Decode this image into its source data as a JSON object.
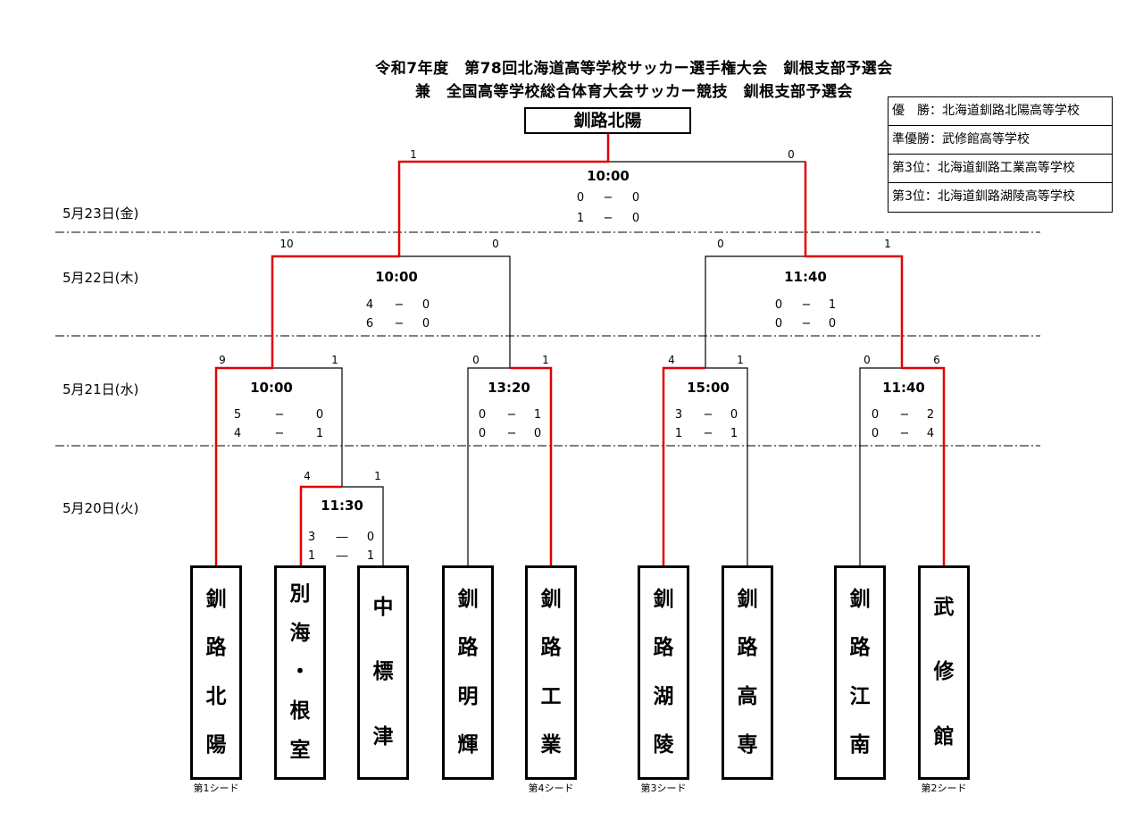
{
  "header": {
    "title_line1": "令和7年度　第78回北海道高等学校サッカー選手権大会　釧根支部予選会",
    "title_line2": "兼　全国高等学校総合体育大会サッカー競技　釧根支部予選会"
  },
  "champion_box": "釧路北陽",
  "results": [
    "優　勝：北海道釧路北陽高等学校",
    "準優勝：武修館高等学校",
    "第3位：北海道釧路工業高等学校",
    "第3位：北海道釧路湖陵高等学校"
  ],
  "dates": [
    "5月23日(金)",
    "5月22日(木)",
    "5月21日(水)",
    "5月20日(火)"
  ],
  "matches": {
    "m20": {
      "time": "11:30",
      "left": "4",
      "right": "1",
      "s1": [
        "3",
        "―",
        "0"
      ],
      "s2": [
        "1",
        "―",
        "1"
      ]
    },
    "m21a": {
      "time": "10:00",
      "left": "9",
      "right": "1",
      "s1": [
        "5",
        "−",
        "0"
      ],
      "s2": [
        "4",
        "−",
        "1"
      ]
    },
    "m21b": {
      "time": "13:20",
      "left": "0",
      "right": "1",
      "s1": [
        "0",
        "−",
        "1"
      ],
      "s2": [
        "0",
        "−",
        "0"
      ]
    },
    "m21c": {
      "time": "15:00",
      "left": "4",
      "right": "1",
      "s1": [
        "3",
        "−",
        "0"
      ],
      "s2": [
        "1",
        "−",
        "1"
      ]
    },
    "m21d": {
      "time": "11:40",
      "left": "0",
      "right": "6",
      "s1": [
        "0",
        "−",
        "2"
      ],
      "s2": [
        "0",
        "−",
        "4"
      ]
    },
    "m22a": {
      "time": "10:00",
      "left": "10",
      "right": "0",
      "s1": [
        "4",
        "−",
        "0"
      ],
      "s2": [
        "6",
        "−",
        "0"
      ]
    },
    "m22b": {
      "time": "11:40",
      "left": "0",
      "right": "1",
      "s1": [
        "0",
        "−",
        "1"
      ],
      "s2": [
        "0",
        "−",
        "0"
      ]
    },
    "final": {
      "time": "10:00",
      "left": "1",
      "right": "0",
      "s1": [
        "0",
        "−",
        "0"
      ],
      "s2": [
        "1",
        "−",
        "0"
      ]
    }
  },
  "teams": [
    {
      "chars": [
        "釧",
        "路",
        "北",
        "陽"
      ],
      "seed": "第1シード"
    },
    {
      "chars": [
        "別",
        "海",
        "・",
        "根",
        "室"
      ],
      "seed": ""
    },
    {
      "chars": [
        "中",
        "標",
        "津"
      ],
      "seed": ""
    },
    {
      "chars": [
        "釧",
        "路",
        "明",
        "輝"
      ],
      "seed": ""
    },
    {
      "chars": [
        "釧",
        "路",
        "工",
        "業"
      ],
      "seed": "第4シード"
    },
    {
      "chars": [
        "釧",
        "路",
        "湖",
        "陵"
      ],
      "seed": "第3シード"
    },
    {
      "chars": [
        "釧",
        "路",
        "高",
        "専"
      ],
      "seed": ""
    },
    {
      "chars": [
        "釧",
        "路",
        "江",
        "南"
      ],
      "seed": ""
    },
    {
      "chars": [
        "武",
        "修",
        "館"
      ],
      "seed": "第2シード"
    }
  ],
  "colors": {
    "winner_line": "#e00000",
    "line": "#000000"
  }
}
